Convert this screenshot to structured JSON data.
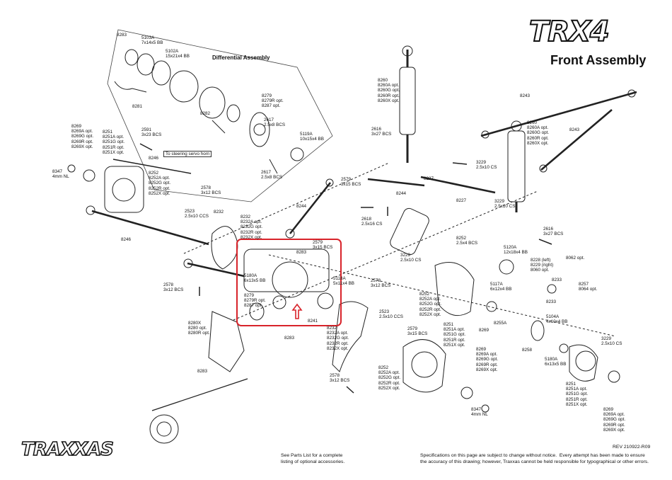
{
  "brand": {
    "logo": "TRX4",
    "subtitle": "Front Assembly",
    "footer_logo": "TRAXXAS"
  },
  "titles": {
    "differential": "Differential Assembly",
    "steering_note": "To steering servo horn"
  },
  "footer": {
    "parts_note": "See Parts List for a complete\nlisting of optional accessories.",
    "revision": "REV 210922-R09",
    "disclaimer": "Specifications on this page are subject to change without notice.  Every attempt has been made to ensure\nthe accuracy of this drawing; however, Traxxas cannot be held responsible for typographical or other errors."
  },
  "highlight": {
    "color": "#d8232a"
  },
  "labels": [
    {
      "id": "l1",
      "text": "8283"
    },
    {
      "id": "l2",
      "text": "5103A\n7x14x5 BB"
    },
    {
      "id": "l3",
      "text": "5102A\n15x21x4 BB"
    },
    {
      "id": "l4",
      "text": "8281"
    },
    {
      "id": "l5",
      "text": "8279\n8279R opt.\n8287 opt."
    },
    {
      "id": "l6",
      "text": "8282"
    },
    {
      "id": "l7",
      "text": "2617\n2.5x8 BCS"
    },
    {
      "id": "l8",
      "text": "5119A\n10x15x4 BB"
    },
    {
      "id": "l9",
      "text": "2617\n2.5x8 BCS"
    },
    {
      "id": "l10",
      "text": "8260\n8260A opt.\n8260G opt.\n8260R opt.\n8260X opt."
    },
    {
      "id": "l11",
      "text": "8243"
    },
    {
      "id": "l12",
      "text": "2616\n3x27 BCS"
    },
    {
      "id": "l13",
      "text": "8260\n8260A opt.\n8260G opt.\n8260R opt.\n8260X opt."
    },
    {
      "id": "l14",
      "text": "8243"
    },
    {
      "id": "l15",
      "text": "8269\n8269A opt.\n8269G opt.\n8269R opt.\n8269X opt."
    },
    {
      "id": "l16",
      "text": "8251\n8251A opt.\n8251G opt.\n8251R opt.\n8251X opt."
    },
    {
      "id": "l17",
      "text": "2591\n3x23 BCS"
    },
    {
      "id": "l18",
      "text": "8246"
    },
    {
      "id": "l19",
      "text": "8347\n4mm NL"
    },
    {
      "id": "l20",
      "text": "8252\n8252A opt.\n8252G opt.\n8252R opt.\n8252X opt."
    },
    {
      "id": "l21",
      "text": "2578\n3x12 BCS"
    },
    {
      "id": "l22",
      "text": "2523\n2.5x10 CCS"
    },
    {
      "id": "l23",
      "text": "8232"
    },
    {
      "id": "l24",
      "text": "8232\n8232A opt.\n8232G opt.\n8232R opt.\n8232X opt."
    },
    {
      "id": "l25",
      "text": "8246"
    },
    {
      "id": "l26",
      "text": "8244"
    },
    {
      "id": "l27",
      "text": "2579\n3x15 BCS"
    },
    {
      "id": "l28",
      "text": "8244"
    },
    {
      "id": "l29",
      "text": "8227"
    },
    {
      "id": "l30",
      "text": "3229\n2.5x10 CS"
    },
    {
      "id": "l31",
      "text": "8227"
    },
    {
      "id": "l32",
      "text": "3229\n2.5x10 CS"
    },
    {
      "id": "l33",
      "text": "2616\n3x27 BCS"
    },
    {
      "id": "l34",
      "text": "2618\n2.5x16 CS"
    },
    {
      "id": "l35",
      "text": "2579\n3x15 BCS"
    },
    {
      "id": "l36",
      "text": "8283"
    },
    {
      "id": "l37",
      "text": "8252\n2.5x4 BCS"
    },
    {
      "id": "l38",
      "text": "5120A\n12x18x4 BB"
    },
    {
      "id": "l39",
      "text": "8062 opt."
    },
    {
      "id": "l40",
      "text": "3229\n2.5x10 CS"
    },
    {
      "id": "l41",
      "text": "8228 (left)\n8229 (right)\n8060 opt."
    },
    {
      "id": "l42",
      "text": "8233"
    },
    {
      "id": "l43",
      "text": "8257\n8064 opt."
    },
    {
      "id": "l44",
      "text": "5180A\n6x13x5 BB"
    },
    {
      "id": "l45",
      "text": "8279\n8279R opt.\n8287 opt."
    },
    {
      "id": "l46",
      "text": "5118A\n5x11x4 BB"
    },
    {
      "id": "l47",
      "text": "2578\n3x12 BCS"
    },
    {
      "id": "l48",
      "text": "8241"
    },
    {
      "id": "l49",
      "text": "5117A\n6x12x4 BB"
    },
    {
      "id": "l50",
      "text": "8252\n8252A opt.\n8252G opt.\n8252R opt.\n8252X opt."
    },
    {
      "id": "l51",
      "text": "8255A"
    },
    {
      "id": "l52",
      "text": "8269"
    },
    {
      "id": "l53",
      "text": "5104A\n4x10x4 BB"
    },
    {
      "id": "l54",
      "text": "8233"
    },
    {
      "id": "l55",
      "text": "2578\n3x12 BCS"
    },
    {
      "id": "l56",
      "text": "8280X\n8280 opt.\n8280R opt."
    },
    {
      "id": "l57",
      "text": "8283"
    },
    {
      "id": "l58",
      "text": "8232\n8232A opt.\n8232G opt.\n8232R opt.\n8232X opt."
    },
    {
      "id": "l59",
      "text": "2523\n2.5x10 CCS"
    },
    {
      "id": "l60",
      "text": "2579\n3x15 BCS"
    },
    {
      "id": "l61",
      "text": "8251\n8251A opt.\n8251G opt.\n8251R opt.\n8251X opt."
    },
    {
      "id": "l62",
      "text": "8258"
    },
    {
      "id": "l63",
      "text": "3229\n2.5x10 CS"
    },
    {
      "id": "l64",
      "text": "8269\n8269A opt.\n8269G opt.\n8269R opt.\n8269X opt."
    },
    {
      "id": "l65",
      "text": "5180A\n6x13x5 BB"
    },
    {
      "id": "l66",
      "text": "8283"
    },
    {
      "id": "l67",
      "text": "2578\n3x12 BCS"
    },
    {
      "id": "l68",
      "text": "8252\n8252A opt.\n8252G opt.\n8252R opt.\n8252X opt."
    },
    {
      "id": "l69",
      "text": "8347\n4mm NL"
    },
    {
      "id": "l70",
      "text": "8251\n8251A opt.\n8251G opt.\n8251R opt.\n8251X opt."
    },
    {
      "id": "l71",
      "text": "8269\n8269A opt.\n8269G opt.\n8269R opt.\n8269X opt."
    }
  ]
}
